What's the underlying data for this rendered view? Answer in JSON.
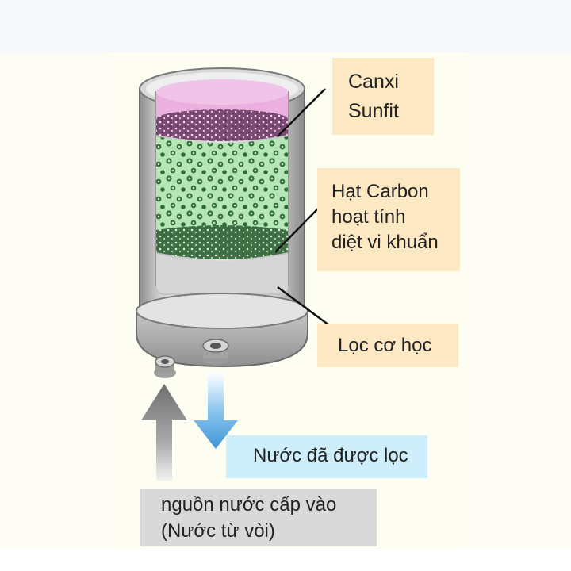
{
  "labels": {
    "canxi": [
      "Canxi",
      "Sunfit"
    ],
    "carbon": [
      "Hạt Carbon",
      "hoạt tính",
      "diệt vi khuẩn"
    ],
    "co_hoc": "Lọc cơ học",
    "outlet": "Nước đã được lọc",
    "inlet": [
      "nguồn nước cấp vào",
      "(Nước từ vòi)"
    ]
  },
  "colors": {
    "label_bg": "#fde8c4",
    "outlet_bg": "#cfeefb",
    "inlet_bg": "#d9d9d9",
    "calcium_layer": "#ecb0e0",
    "carbon_layer": "#b8e8b8",
    "outlet_arrow": "#5aa9e0",
    "inlet_arrow": "#8c8c8c"
  }
}
